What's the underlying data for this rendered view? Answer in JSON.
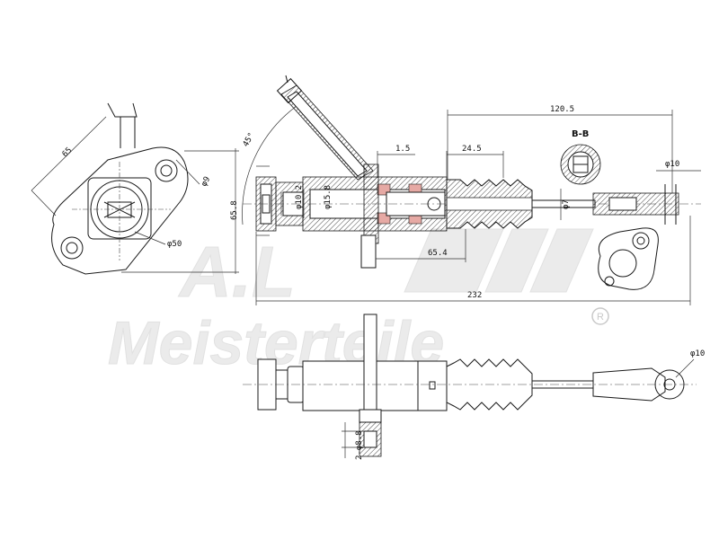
{
  "watermark": {
    "monogram": "A.L",
    "brand": "Meisterteile",
    "registered": "R"
  },
  "colors": {
    "line": "#1a1a1a",
    "seal": "#e6a9a4",
    "watermark": "#dcdcdc"
  },
  "flange": {
    "width": "65",
    "height": "65.8",
    "hole": "φ9",
    "bore": "φ50"
  },
  "angle": {
    "label": "45°"
  },
  "dims": {
    "d1_5": "1.5",
    "d24_5": "24.5",
    "d120_5": "120.5",
    "d65_4": "65.4",
    "d232": "232",
    "d15_8": "φ15.8",
    "d10_2": "φ10.2",
    "d7": "φ7",
    "d10_top": "φ10",
    "d10_bottom": "φ10",
    "d8_8": "2-φ8.8"
  },
  "section": {
    "label": "B-B"
  }
}
